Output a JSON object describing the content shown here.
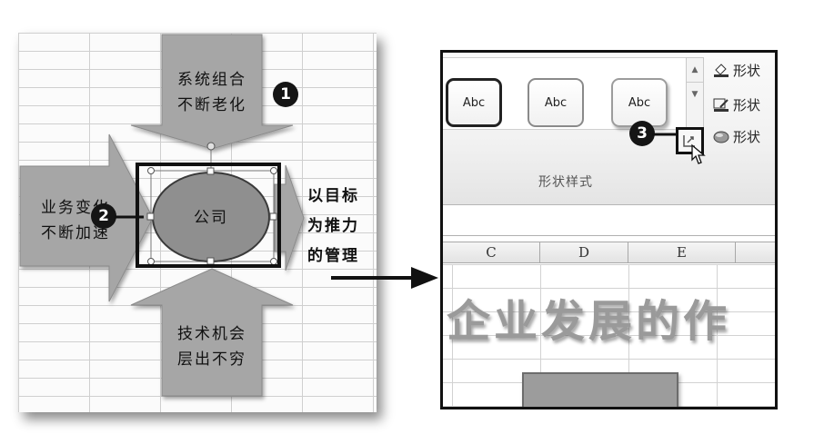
{
  "left_diagram": {
    "arrow_top_line1": "系统组合",
    "arrow_top_line2": "不断老化",
    "arrow_left_line1": "业务变化",
    "arrow_left_line2": "不断加速",
    "arrow_bottom_line1": "技术机会",
    "arrow_bottom_line2": "层出不穷",
    "center_label": "公司",
    "right_text_line1": "以目标",
    "right_text_line2": "为推力",
    "right_text_line3": "的管理"
  },
  "steps": {
    "step1": "1",
    "step2": "2",
    "step3": "3"
  },
  "ribbon": {
    "style_thumbs": [
      "Abc",
      "Abc",
      "Abc"
    ],
    "fill_button": "形状",
    "outline_button": "形状",
    "effect_button": "形状",
    "group_label": "形状样式"
  },
  "sheet": {
    "columns": [
      "C",
      "D",
      "E"
    ],
    "title_text": "企业发展的作"
  },
  "colors": {
    "arrow_fill": "#a6a6a6",
    "ellipse_fill": "#8f8f8f",
    "badge": "#151515",
    "highlight_border": "#111111"
  }
}
